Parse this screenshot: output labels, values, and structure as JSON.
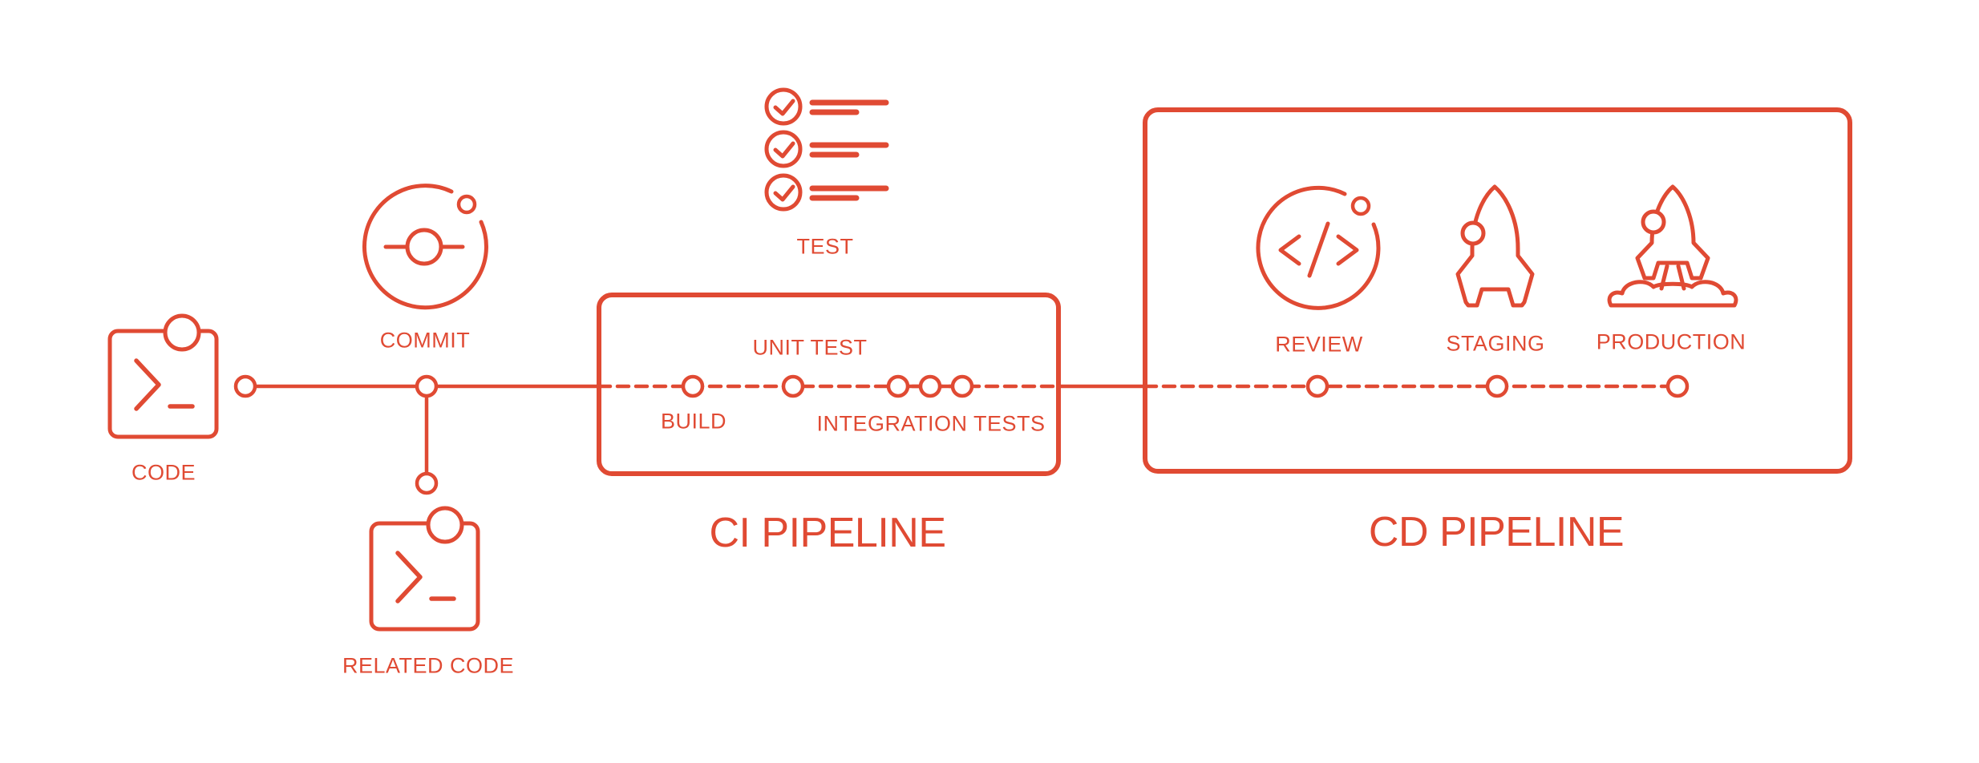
{
  "colors": {
    "accent": "#E04A33",
    "background": "#FFFFFF"
  },
  "stages": {
    "code": "CODE",
    "commit": "COMMIT",
    "related_code": "RELATED CODE",
    "test": "TEST",
    "build": "BUILD",
    "unit_test": "UNIT TEST",
    "integration_tests": "INTEGRATION TESTS",
    "review": "REVIEW",
    "staging": "STAGING",
    "production": "PRODUCTION"
  },
  "sections": {
    "ci_title": "CI PIPELINE",
    "cd_title": "CD PIPELINE"
  },
  "icons": {
    "code": "terminal-code-icon",
    "commit": "git-commit-orbit-icon",
    "related_code": "terminal-code-icon",
    "test": "checklist-icon",
    "review": "code-review-orbit-icon",
    "staging": "rocket-icon",
    "production": "rocket-launch-icon"
  }
}
